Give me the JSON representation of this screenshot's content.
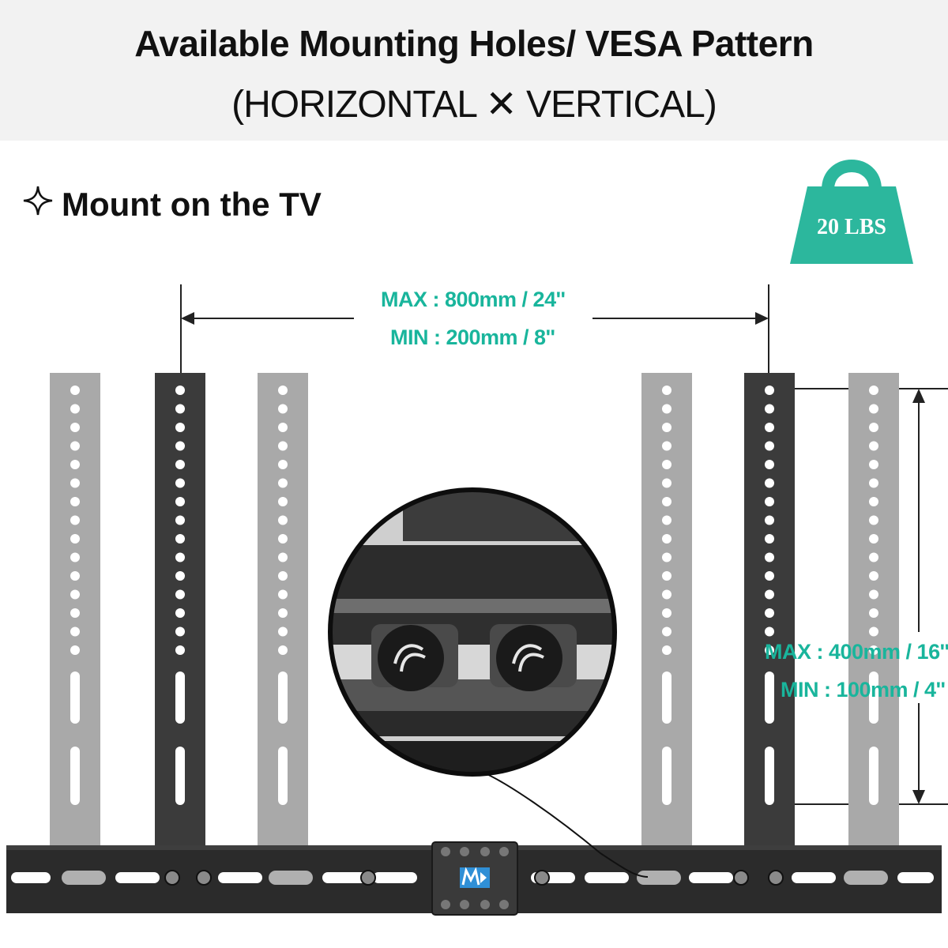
{
  "header": {
    "title": "Available Mounting Holes/ VESA Pattern",
    "subtitle": "(HORIZONTAL ✕ VERTICAL)"
  },
  "section": {
    "icon": "sparkle-icon",
    "label": "Mount on the TV"
  },
  "weight": {
    "icon": "weight-icon",
    "label": "20 LBS",
    "color": "#2cb79d"
  },
  "horizontal": {
    "max": "MAX : 800mm / 24''",
    "min": "MIN : 200mm / 8''"
  },
  "vertical": {
    "max": "MAX : 400mm / 16''",
    "min": "MIN : 100mm / 4''"
  },
  "colors": {
    "accent": "#19b59c",
    "bracket_light": "#a9a9a9",
    "bracket_dark": "#3b3b3b",
    "rail": "#2b2b2b"
  },
  "logo": {
    "icon": "mp-logo-icon",
    "color": "#2f8fd6"
  }
}
